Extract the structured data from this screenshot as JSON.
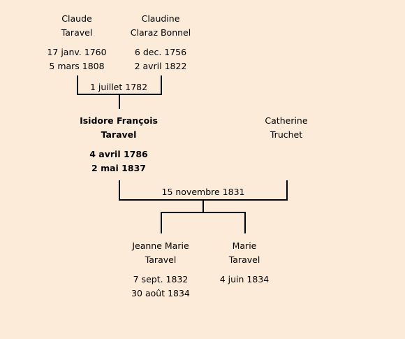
{
  "people": {
    "claude": {
      "first": "Claude",
      "last": "Taravel",
      "birth": "17 janv. 1760",
      "death": "5 mars 1808"
    },
    "claudine": {
      "first": "Claudine",
      "last": "Claraz Bonnel",
      "birth": "6 dec. 1756",
      "death": "2 avril 1822"
    },
    "isidore": {
      "first": "Isidore François",
      "last": "Taravel",
      "birth": "4 avril 1786",
      "death": "2 mai 1837"
    },
    "catherine": {
      "first": "Catherine",
      "last": "Truchet"
    },
    "jeanne": {
      "first": "Jeanne Marie",
      "last": "Taravel",
      "birth": "7 sept. 1832",
      "death": "30 août 1834"
    },
    "marie": {
      "first": "Marie",
      "last": "Taravel",
      "birth": "4 juin 1834"
    }
  },
  "marriages": {
    "claude_claudine": "1 juillet 1782",
    "isidore_catherine": "15 novembre 1831"
  },
  "colors": {
    "background": "#fcebd9",
    "lines": "#000000"
  }
}
